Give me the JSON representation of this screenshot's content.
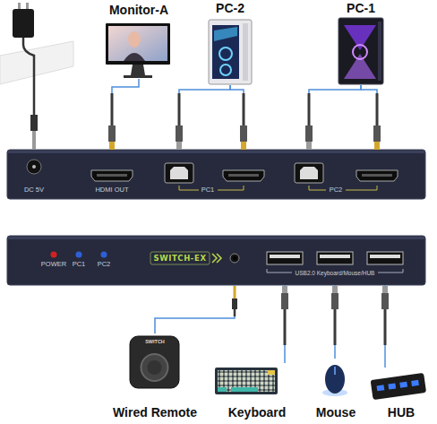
{
  "diagram": {
    "nodes": [
      {
        "text": [
          "Monitor-A"
        ]
      },
      {
        "text": [
          "PC-2"
        ]
      },
      {
        "text": [
          "PC-1"
        ]
      },
      {
        "text": [
          "DC 5V",
          "HDMI OUT",
          "PC1",
          "PC2"
        ]
      },
      {
        "text": [
          "POWER",
          "PC1",
          "PC2",
          "SWITCH-EX",
          "USB2.0 Keyboard/Mouse/HUB"
        ]
      },
      {
        "text": [
          "SWITCH",
          "Wired Remote"
        ]
      },
      {
        "text": [
          "Keyboard"
        ]
      },
      {
        "text": [
          "Mouse"
        ]
      },
      {
        "text": [
          "HUB"
        ]
      }
    ],
    "edges": [
      {
        "from": 0,
        "to": 3,
        "arrow": "none"
      },
      {
        "from": 1,
        "to": 3,
        "arrow": "none"
      },
      {
        "from": 1,
        "to": 3,
        "arrow": "none"
      },
      {
        "from": 2,
        "to": 3,
        "arrow": "none"
      },
      {
        "from": 2,
        "to": 3,
        "arrow": "none"
      },
      {
        "from": 5,
        "to": 4,
        "arrow": "none"
      },
      {
        "from": 6,
        "to": 4,
        "arrow": "none"
      },
      {
        "from": 7,
        "to": 4,
        "arrow": "none"
      },
      {
        "from": 8,
        "to": 4,
        "arrow": "none"
      }
    ]
  }
}
